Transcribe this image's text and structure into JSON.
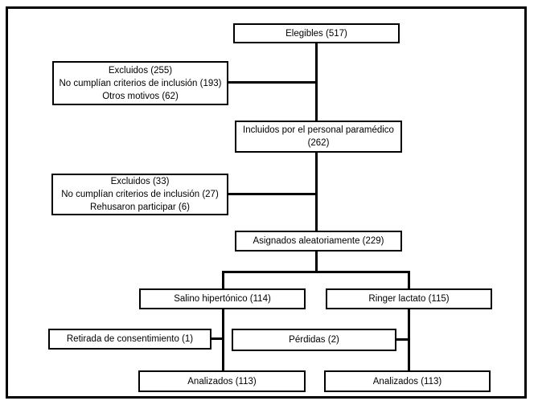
{
  "colors": {
    "background": "#ffffff",
    "line": "#000000",
    "text": "#000000"
  },
  "flowchart": {
    "elegibles": {
      "label": "Elegibles (517)"
    },
    "excluidos_1": {
      "lines": [
        "Excluidos (255)",
        "No cumplían criterios de inclusión (193)",
        "Otros motivos (62)"
      ]
    },
    "incluidos": {
      "lines": [
        "Incluidos por el personal paramédico",
        "(262)"
      ]
    },
    "excluidos_2": {
      "lines": [
        "Excluidos (33)",
        "No cumplían criterios de inclusión (27)",
        "Rehusaron participar (6)"
      ]
    },
    "asignados": {
      "label": "Asignados aleatoriamente (229)"
    },
    "salino": {
      "label": "Salino hipertónico (114)"
    },
    "ringer": {
      "label": "Ringer lactato (115)"
    },
    "retirada": {
      "label": "Retirada de consentimiento (1)"
    },
    "perdidas": {
      "label": "Pérdidas (2)"
    },
    "analizados_salino": {
      "label": "Analizados (113)"
    },
    "analizados_ringer": {
      "label": "Analizados (113)"
    }
  }
}
